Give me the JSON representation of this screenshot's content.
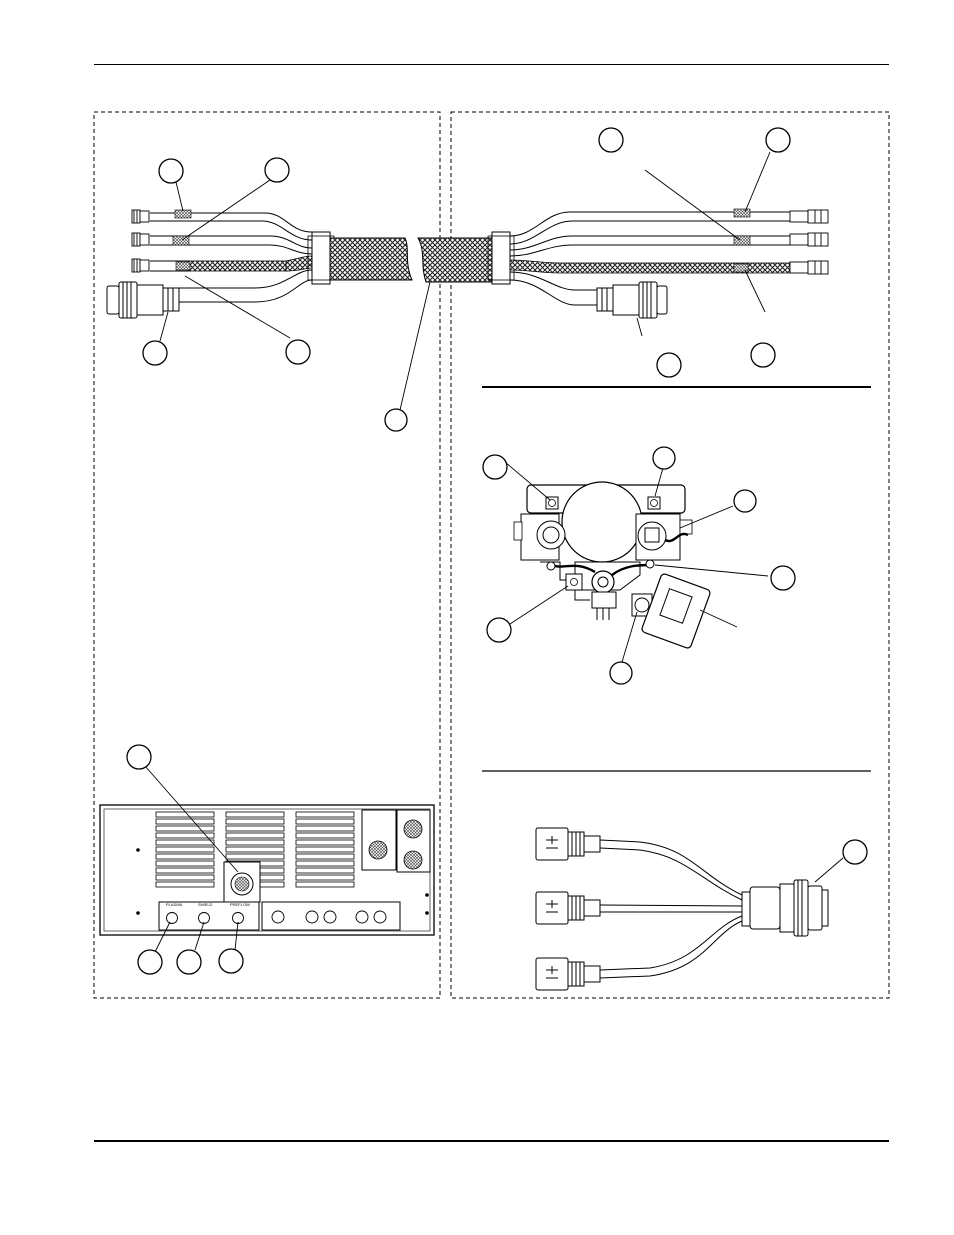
{
  "figure": {
    "panels": [
      {
        "id": "left-panel"
      },
      {
        "id": "right-panel"
      }
    ],
    "panel_labels": {
      "rear_panel_receptacles": [
        "PLASMA",
        "SHIELD",
        "PREFLOW"
      ]
    },
    "colors": {
      "line": "#000000",
      "paper": "#ffffff",
      "braid_fill": "#333333"
    }
  }
}
